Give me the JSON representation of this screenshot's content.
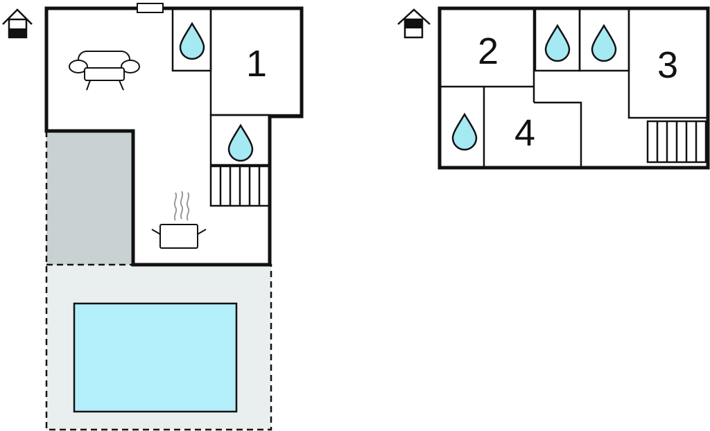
{
  "floors": [
    {
      "id": "ground-floor",
      "level_icon": "house-ground-floor-icon",
      "rooms": [
        {
          "label": "1",
          "type": "bedroom"
        }
      ],
      "bathrooms": 2,
      "features": [
        "sofa-icon",
        "kitchen-pot-icon",
        "staircase",
        "terrace",
        "pool"
      ]
    },
    {
      "id": "upper-floor",
      "level_icon": "house-upper-floor-icon",
      "rooms": [
        {
          "label": "2",
          "type": "bedroom"
        },
        {
          "label": "3",
          "type": "bedroom"
        },
        {
          "label": "4",
          "type": "bedroom"
        }
      ],
      "bathrooms": 3,
      "features": [
        "staircase"
      ]
    }
  ],
  "colors": {
    "water": "#a5e9f3",
    "pool": "#b3eefb",
    "pool_deck": "#e9eeee",
    "covered_terrace": "#c9d2d2",
    "wall": "#111111"
  }
}
